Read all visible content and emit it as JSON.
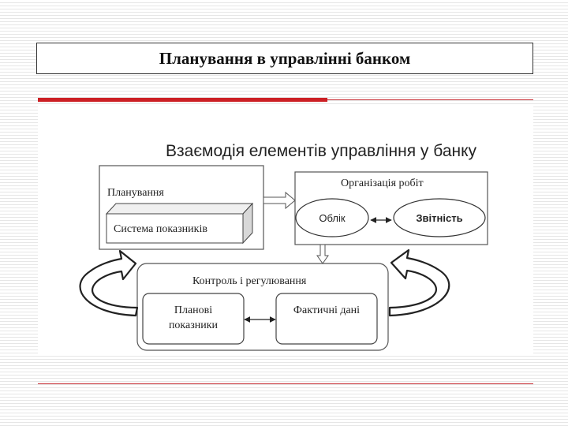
{
  "slide": {
    "title": "Планування в управлінні банком"
  },
  "diagram": {
    "heading": "Взаємодія елементів управління у банку",
    "planning": {
      "label": "Планування",
      "indicators_system": "Система показників"
    },
    "organization": {
      "label": "Організація робіт",
      "accounting": "Облік",
      "reporting": "Звітність"
    },
    "control": {
      "label": "Контроль і регулювання",
      "planned_line1": "Планові",
      "planned_line2": "показники",
      "actual": "Фактичні дані"
    }
  },
  "colors": {
    "accent_red": "#cc1f24"
  }
}
